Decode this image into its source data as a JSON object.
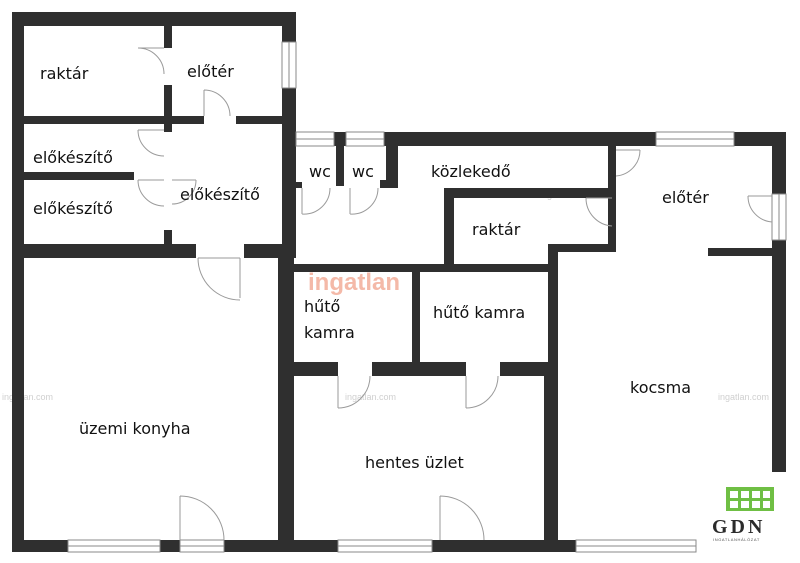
{
  "rooms": {
    "raktar_top": "raktár",
    "eloter_top": "előtér",
    "elokeszito_1": "előkészítő",
    "elokeszito_2": "előkészítő",
    "elokeszito_3": "előkészítő",
    "wc_1": "wc",
    "wc_2": "wc",
    "kozlekedo": "közlekedő",
    "raktar_mid": "raktár",
    "eloter_right": "előtér",
    "huto_kamra_1_line1": "hűtő",
    "huto_kamra_1_line2": "kamra",
    "huto_kamra_2": "hűtő kamra",
    "uzemi_konyha": "üzemi konyha",
    "hentes_uzlet": "hentes üzlet",
    "kocsma": "kocsma"
  },
  "watermark": {
    "brand_main": "ingatlan",
    "brand_tld": ".com",
    "small": "ingatlan.com",
    "main_color": "#f4b9a8",
    "tld_color": "#bfd8e6"
  },
  "logo": {
    "text": "GDN",
    "subtitle": "INGATLANHÁLÓZAT",
    "color": "#6fbf44"
  },
  "colors": {
    "wall": "#2f2f2f",
    "window_frame": "#8a8a8a"
  }
}
